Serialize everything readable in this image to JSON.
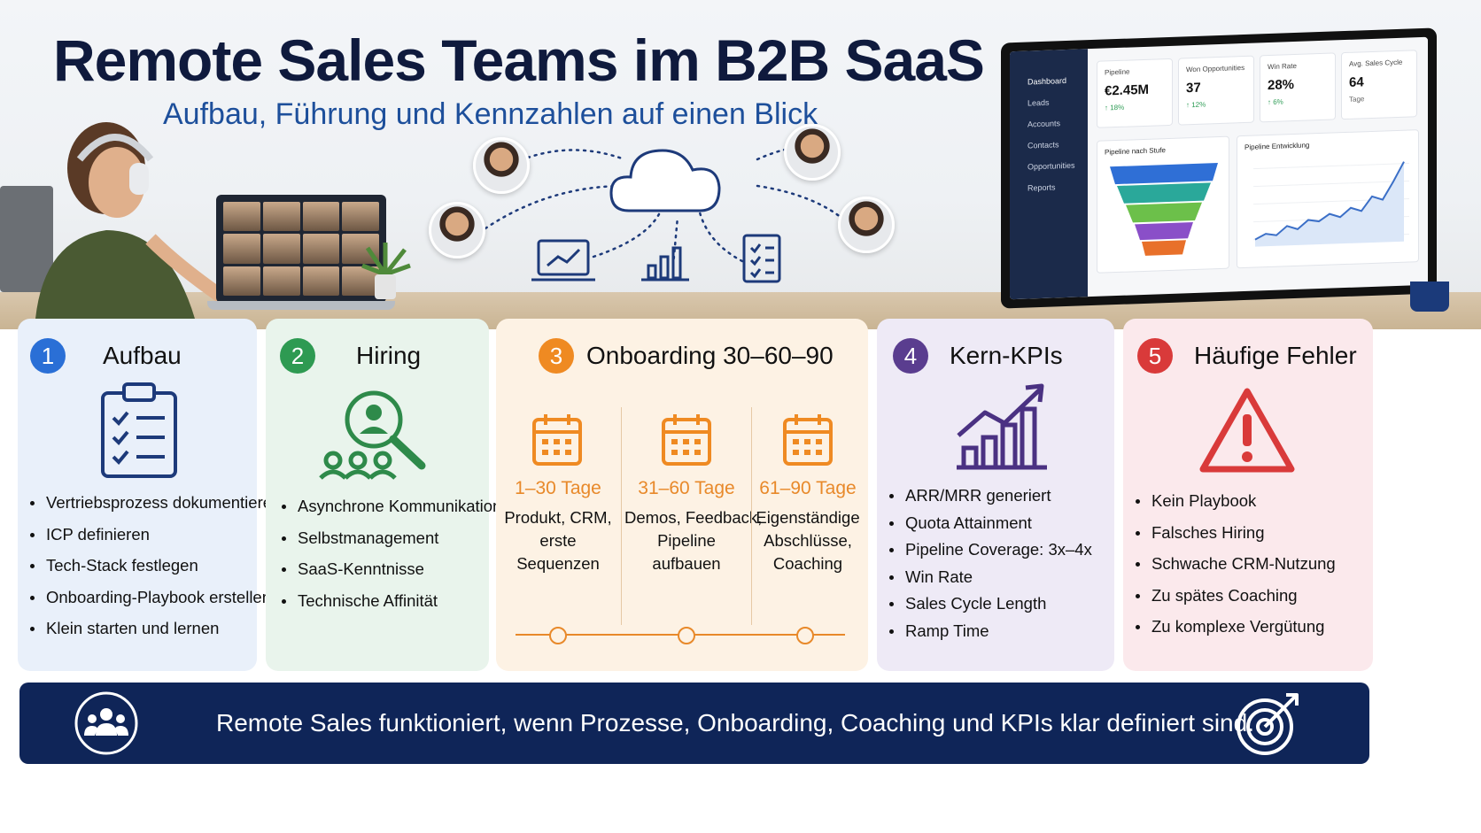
{
  "header": {
    "title": "Remote Sales Teams im B2B SaaS",
    "subtitle": "Aufbau, Führung und Kennzahlen auf einen Blick"
  },
  "dashboard": {
    "nav": [
      "Dashboard",
      "Leads",
      "Accounts",
      "Contacts",
      "Opportunities",
      "Reports"
    ],
    "kpis": [
      {
        "label": "Pipeline",
        "value": "€2.45M",
        "delta": "↑ 18%"
      },
      {
        "label": "Won Opportunities",
        "value": "37",
        "delta": "↑ 12%"
      },
      {
        "label": "Win Rate",
        "value": "28%",
        "delta": "↑ 6%"
      },
      {
        "label": "Avg. Sales Cycle",
        "value": "64",
        "delta": "Tage"
      }
    ],
    "funnel_title": "Pipeline nach Stufe",
    "trend_title": "Pipeline Entwicklung",
    "funnel_colors": [
      "#2f6fd6",
      "#2aa89a",
      "#6cc04a",
      "#8a4fc8",
      "#e8702a"
    ]
  },
  "cards": [
    {
      "number": "1",
      "title": "Aufbau",
      "color": "#2a6fd6",
      "icon": "clipboard-checklist-icon",
      "items": [
        "Vertriebsprozess dokumentieren",
        "ICP definieren",
        "Tech-Stack festlegen",
        "Onboarding-Playbook erstellen",
        "Klein starten und lernen"
      ]
    },
    {
      "number": "2",
      "title": "Hiring",
      "color": "#2e9a52",
      "icon": "candidate-search-icon",
      "items": [
        "Asynchrone Kommunikation",
        "Selbstmanagement",
        "SaaS-Kenntnisse",
        "Technische Affinität"
      ]
    },
    {
      "number": "3",
      "title": "Onboarding 30–60–90",
      "color": "#ef8a22",
      "icon": "calendar-icon",
      "phases": [
        {
          "title": "1–30 Tage",
          "lines": [
            "Produkt, CRM,",
            "erste",
            "Sequenzen"
          ]
        },
        {
          "title": "31–60 Tage",
          "lines": [
            "Demos, Feedback,",
            "Pipeline",
            "aufbauen"
          ]
        },
        {
          "title": "61–90 Tage",
          "lines": [
            "Eigenständige",
            "Abschlüsse,",
            "Coaching"
          ]
        }
      ]
    },
    {
      "number": "4",
      "title": "Kern-KPIs",
      "color": "#5a3d8f",
      "icon": "growth-chart-icon",
      "items": [
        "ARR/MRR generiert",
        "Quota Attainment",
        "Pipeline Coverage: 3x–4x",
        "Win Rate",
        "Sales Cycle Length",
        "Ramp Time"
      ]
    },
    {
      "number": "5",
      "title": "Häufige Fehler",
      "color": "#d93a3a",
      "icon": "warning-icon",
      "items": [
        "Kein Playbook",
        "Falsches Hiring",
        "Schwache CRM-Nutzung",
        "Zu spätes Coaching",
        "Zu komplexe Vergütung"
      ]
    }
  ],
  "footer": {
    "text": "Remote Sales funktioniert, wenn Prozesse, Onboarding, Coaching und KPIs klar definiert sind.",
    "left_icon": "team-icon",
    "right_icon": "target-icon"
  }
}
